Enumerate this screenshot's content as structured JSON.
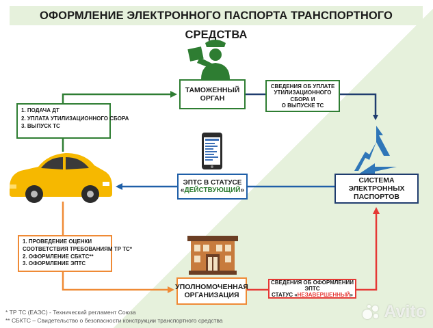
{
  "title": "ОФОРМЛЕНИЕ ЭЛЕКТРОННОГО ПАСПОРТА ТРАНСПОРТНОГО СРЕДСТВА",
  "customs": {
    "line1": "ТАМОЖЕННЫЙ",
    "line2": "ОРГАН"
  },
  "system": {
    "line1": "СИСТЕМА ЭЛЕКТРОННЫХ",
    "line2": "ПАСПОРТОВ"
  },
  "org": {
    "line1": "УПОЛНОМОЧЕННАЯ",
    "line2": "ОРГАНИЗАЦИЯ"
  },
  "epts_active": {
    "line1": "ЭПТС В СТАТУСЕ",
    "quote_open": "«",
    "status": "ДЕЙСТВУЮЩИЙ",
    "quote_close": "»"
  },
  "info_customs": {
    "line1": "СВЕДЕНИЯ ОБ УПЛАТЕ",
    "line2": "УТИЛИЗАЦИОННОГО СБОРА И",
    "line3": "О ВЫПУСКЕ ТС"
  },
  "info_org": {
    "line1": "СВЕДЕНИЯ ОБ ОФОРМЛЕНИИ ЭПТС",
    "line2_prefix": "СТАТУС «",
    "status": "НЕЗАВЕРШЕННЫЙ",
    "line2_suffix": "»"
  },
  "steps_customs": [
    "1. ПОДАЧА ДТ",
    "2. УПЛАТА УТИЛИЗАЦИОННОГО СБОРА",
    "3. ВЫПУСК ТС"
  ],
  "steps_org": [
    "1. ПРОВЕДЕНИЕ ОЦЕНКИ",
    "СООТВЕТСТВИЯ ТРЕБОВАНИЯМ ТР ТС*",
    "2. ОФОРМЛЕНИЕ СБКТС**",
    "3. ОФОРМЛЕНИЕ ЭПТС"
  ],
  "footnotes": [
    "* ТР ТС (ЕАЭС) - Технический регламент Союза",
    "** СБКТС – Свидетельство о безопасности конструкции транспортного средства"
  ],
  "watermark": "Avito",
  "colors": {
    "green": "#2e7d32",
    "navy": "#1f3c6e",
    "orange": "#ef8a35",
    "blue": "#1f5fa8",
    "red": "#e53935",
    "car": "#f6b800"
  },
  "icons": [
    "customs-officer-icon",
    "phone-icon",
    "car-icon",
    "building-icon",
    "triangle-arrows-icon"
  ]
}
